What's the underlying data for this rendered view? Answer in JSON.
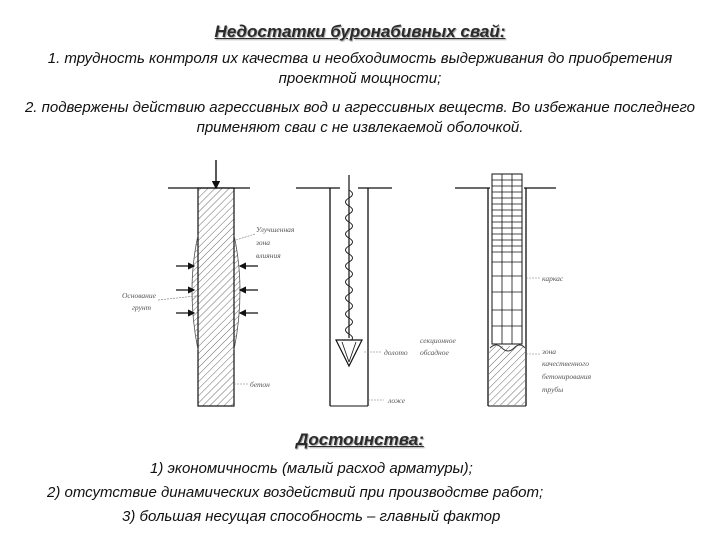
{
  "title": "Недостатки буронабивных свай:",
  "disadvantages": [
    "1. трудность контроля их качества и необходимость выдерживания до приобретения проектной мощности;",
    "2. подвержены действию агрессивных вод и агрессивных веществ. Во избежание последнего применяют сваи с не извлекаемой оболочкой."
  ],
  "figure": {
    "pile1_labels": {
      "top_right": [
        "Улучшенная",
        "зона",
        "влияния"
      ],
      "left": [
        "Основание",
        "грунт"
      ],
      "bottom": "бетон"
    },
    "pile2_labels": {
      "bit": "долото",
      "bottom": "ложе",
      "right": [
        "секционное",
        "обсадное"
      ]
    },
    "pile3_labels": {
      "frame": "каркас",
      "bottom": [
        "зона",
        "качественного",
        "бетонирования",
        "трубы"
      ]
    }
  },
  "advantages_heading": "Достоинства:",
  "advantages": [
    "1)  экономичность (малый расход арматуры);",
    "2)  отсутствие динамических воздействий при производстве работ;",
    "3)  большая несущая способность – главный фактор"
  ]
}
